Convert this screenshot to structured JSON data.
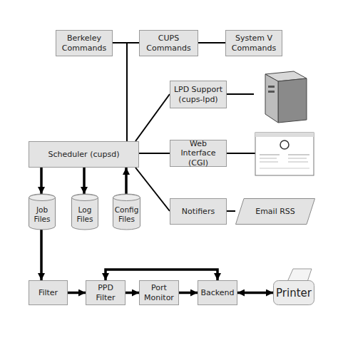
{
  "diagram": {
    "nodes": [
      {
        "text": [
          "Berkeley Commands"
        ]
      },
      {
        "text": [
          "CUPS Commands"
        ]
      },
      {
        "text": [
          "System V Commands"
        ]
      },
      {
        "text": [
          "LPD Support (cups-lpd)"
        ]
      },
      {
        "text": [
          "Scheduler (cupsd)"
        ]
      },
      {
        "text": [
          "Web Interface (CGI)"
        ]
      },
      {
        "text": [
          "Job Files"
        ]
      },
      {
        "text": [
          "Log Files"
        ]
      },
      {
        "text": [
          "Config Files"
        ]
      },
      {
        "text": [
          "Notifiers"
        ]
      },
      {
        "text": [
          "Email RSS"
        ]
      },
      {
        "text": [
          "Filter"
        ]
      },
      {
        "text": [
          "PPD Filter"
        ]
      },
      {
        "text": [
          "Port Monitor"
        ]
      },
      {
        "text": [
          "Backend"
        ]
      },
      {
        "text": [
          "Printer"
        ]
      }
    ],
    "edges": [
      {
        "from": 0,
        "to": 4,
        "arrow": "none"
      },
      {
        "from": 1,
        "to": 4,
        "arrow": "none"
      },
      {
        "from": 2,
        "to": 4,
        "arrow": "none"
      },
      {
        "from": 4,
        "to": 3,
        "arrow": "none"
      },
      {
        "from": 4,
        "to": 5,
        "arrow": "none"
      },
      {
        "from": 4,
        "to": 9,
        "arrow": "none"
      },
      {
        "from": 9,
        "to": 10,
        "arrow": "none"
      },
      {
        "from": 4,
        "to": 6,
        "arrow": "to"
      },
      {
        "from": 4,
        "to": 7,
        "arrow": "to"
      },
      {
        "from": 8,
        "to": 4,
        "arrow": "to"
      },
      {
        "from": 6,
        "to": 11,
        "arrow": "to"
      },
      {
        "from": 11,
        "to": 12,
        "arrow": "to"
      },
      {
        "from": 12,
        "to": 13,
        "arrow": "to"
      },
      {
        "from": 13,
        "to": 14,
        "arrow": "to"
      },
      {
        "from": 14,
        "to": 15,
        "arrow": "both"
      },
      {
        "from": 12,
        "to": 14,
        "arrow": "both"
      }
    ]
  }
}
